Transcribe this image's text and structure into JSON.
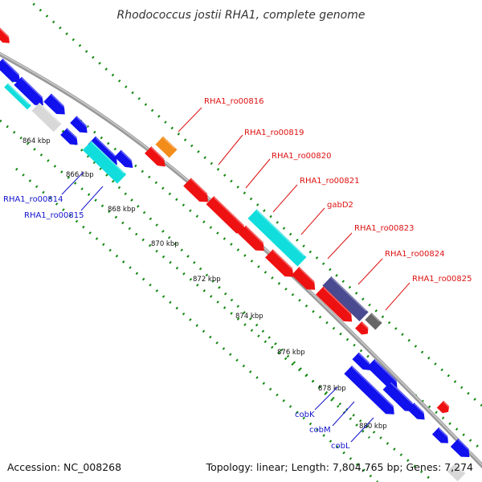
{
  "title": "Rhodococcus jostii RHA1, complete genome",
  "accession": "Accession: NC_008268",
  "topology": "Topology: linear; Length: 7,804,765 bp; Genes: 7,274",
  "ticks": [
    {
      "label": "864 kbp"
    },
    {
      "label": "866 kbp"
    },
    {
      "label": "868 kbp"
    },
    {
      "label": "870 kbp"
    },
    {
      "label": "872 kbp"
    },
    {
      "label": "874 kbp"
    },
    {
      "label": "876 kbp"
    },
    {
      "label": "878 kbp"
    },
    {
      "label": "880 kbp"
    }
  ],
  "gene_labels": [
    {
      "text": "RHA1_ro00816",
      "color": "#dd1111"
    },
    {
      "text": "RHA1_ro00819",
      "color": "#dd1111"
    },
    {
      "text": "RHA1_ro00820",
      "color": "#dd1111"
    },
    {
      "text": "RHA1_ro00821",
      "color": "#dd1111"
    },
    {
      "text": "gabD2",
      "color": "#dd1111"
    },
    {
      "text": "RHA1_ro00823",
      "color": "#dd1111"
    },
    {
      "text": "RHA1_ro00824",
      "color": "#dd1111"
    },
    {
      "text": "RHA1_ro00825",
      "color": "#dd1111"
    },
    {
      "text": "RHA1_ro00814",
      "color": "#1111cc"
    },
    {
      "text": "RHA1_ro00815",
      "color": "#1111cc"
    },
    {
      "text": "cobK",
      "color": "#1111cc"
    },
    {
      "text": "cobM",
      "color": "#1111cc"
    },
    {
      "text": "cobL",
      "color": "#1111cc"
    }
  ],
  "colors": {
    "forward_cds": "#ee1111",
    "reverse_cds": "#1111ee",
    "cyan_feature": "#11dddd",
    "orange_feature": "#f28c1a",
    "purple_feature": "#4a4a90",
    "grey_feature": "#666666",
    "light_feature": "#d8d8d8",
    "backbone": "#888888",
    "tick_marks": "#118811"
  }
}
